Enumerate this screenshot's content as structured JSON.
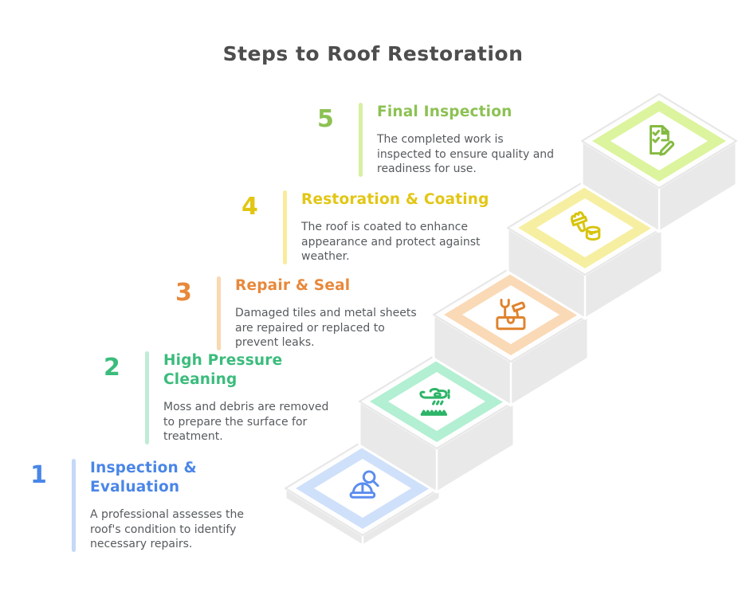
{
  "title": "Steps to Roof Restoration",
  "title_color": "#4d4d4d",
  "description_text_color": "#575b5e",
  "steps": [
    {
      "number": "1",
      "title": "Inspection &\nEvaluation",
      "description": "A professional assesses the\nroof's condition to identify\nnecessary repairs.",
      "accent_color": "#4a86e8",
      "bar_color": "#c5d9f7",
      "diamond_color": "#cfe0fa",
      "icon_color": "#5b8def",
      "icon": "helmet-search-icon"
    },
    {
      "number": "2",
      "title": "High Pressure\nCleaning",
      "description": "Moss and debris are removed\nto prepare the surface for\ntreatment.",
      "accent_color": "#3bbc7c",
      "bar_color": "#c0ecd6",
      "diamond_color": "#b3efd2",
      "icon_color": "#2cb568",
      "icon": "spray-cleaning-icon"
    },
    {
      "number": "3",
      "title": "Repair & Seal",
      "description": "Damaged tiles and metal sheets\nare repaired or replaced to\nprevent leaks.",
      "accent_color": "#e8883b",
      "bar_color": "#f9d8b2",
      "diamond_color": "#fad9b6",
      "icon_color": "#e0832d",
      "icon": "toolbox-icon"
    },
    {
      "number": "4",
      "title": "Restoration & Coating",
      "description": "The roof is coated to enhance\nappearance and protect against\nweather.",
      "accent_color": "#e2c613",
      "bar_color": "#f8ec9c",
      "diamond_color": "#f6efa2",
      "icon_color": "#d7c40c",
      "icon": "paint-brush-can-icon"
    },
    {
      "number": "5",
      "title": "Final Inspection",
      "description": "The completed work is\ninspected to ensure quality and\nreadiness for use.",
      "accent_color": "#8cc153",
      "bar_color": "#d7f0a2",
      "diamond_color": "#dcf49e",
      "icon_color": "#85ba41",
      "icon": "checklist-pen-icon"
    }
  ],
  "staircase": {
    "step_face_color": "#fdfdfd",
    "step_side_color": "#e9e9e9",
    "step_edge_color": "#e6e6e6",
    "seam_color": "#ffffff"
  }
}
